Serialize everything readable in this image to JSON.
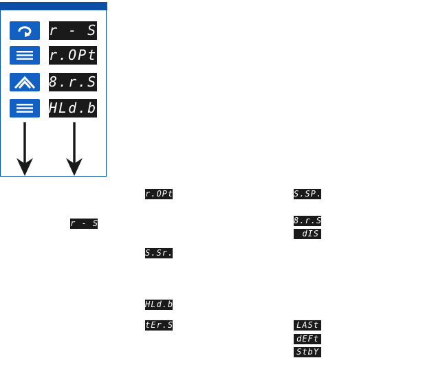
{
  "panel": {
    "rows": [
      {
        "icon": "rotate-icon",
        "display": "r - S"
      },
      {
        "icon": "menu-icon",
        "display": "r.OPt"
      },
      {
        "icon": "up-chevron-icon",
        "display": "8.r.S"
      },
      {
        "icon": "menu-icon",
        "display": "HLd.b"
      }
    ]
  },
  "chips": {
    "rs": "r - S",
    "ropt": "r.OPt",
    "ssrt": "S.Sr.t",
    "hldb": "HLd.b",
    "ters": "tEr.S",
    "sspr": "S.SP.r",
    "ars": "8.r.S",
    "dis": "dIS",
    "last": "LASt",
    "deft": "dEFt",
    "stby": "StbY"
  },
  "colors": {
    "accent": "#0a4fa8",
    "key": "#1360c4",
    "display": "#1a1a1a"
  }
}
